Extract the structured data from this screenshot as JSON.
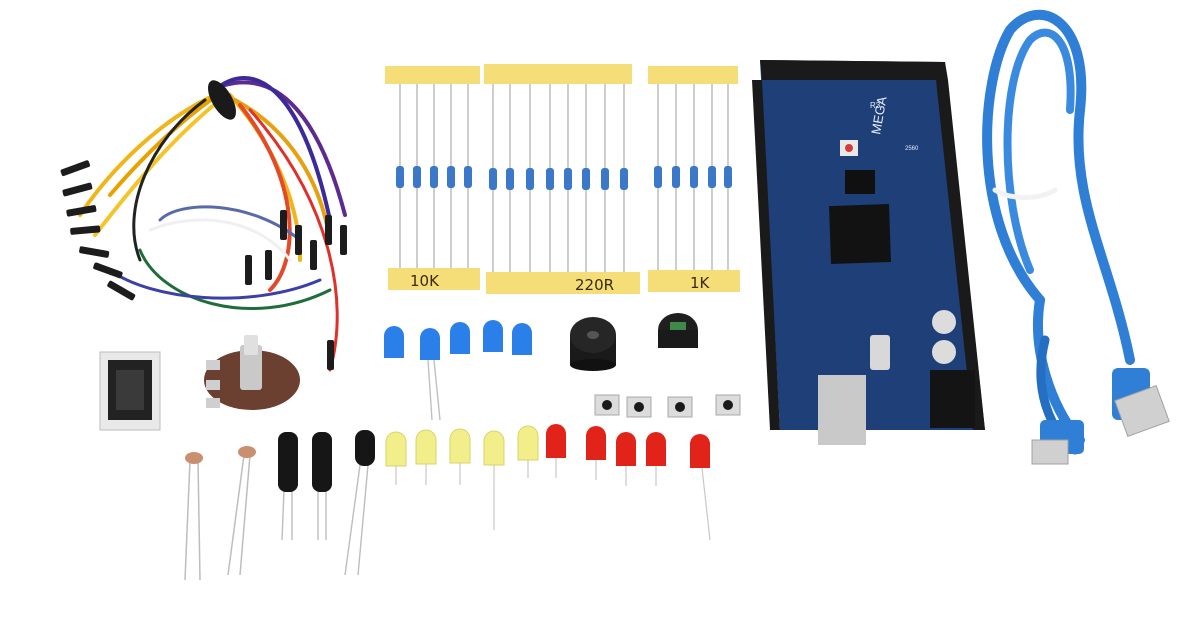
{
  "resistor_tape_labels": [
    "10K",
    "220R",
    "1K"
  ],
  "board": {
    "model_text": "MEGA",
    "version_text": "2560",
    "brand_text": "R3"
  },
  "colors": {
    "board_blue": "#1f3f78",
    "cable_blue": "#2f7fd6",
    "tape_yellow": "#f5de78",
    "led_blue": "#2a7fe8",
    "led_yellow": "#f2ef8a",
    "led_red": "#e2231a"
  },
  "icons": [
    "jumper-wires",
    "seven-segment-display",
    "potentiometer",
    "photoresistors",
    "ceramic-capacitors",
    "resistors",
    "leds",
    "buzzers",
    "push-buttons",
    "arduino-mega-board",
    "usb-cable"
  ]
}
